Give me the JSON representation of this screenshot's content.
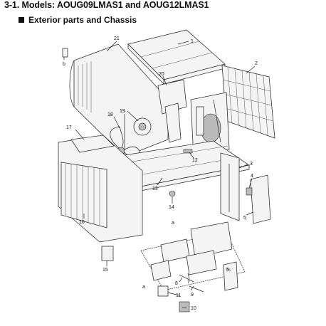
{
  "header": {
    "title": "3-1. Models: AOUG09LMAS1 and AOUG12LMAS1",
    "subtitle": "Exterior parts and Chassis"
  },
  "callouts": {
    "c1": "1",
    "c2": "2",
    "c3": "3",
    "c4": "4",
    "c5": "5",
    "c6": "6",
    "c7": "7",
    "c8": "8",
    "c9": "9",
    "c10": "10",
    "c11": "11",
    "c12": "12",
    "c13": "13",
    "c14": "14",
    "c15": "15",
    "c16": "16",
    "c17": "17",
    "c18": "18",
    "c19": "19",
    "c20": "20",
    "c21": "21",
    "a_top": "a",
    "a_bottom": "a",
    "b": "b"
  }
}
